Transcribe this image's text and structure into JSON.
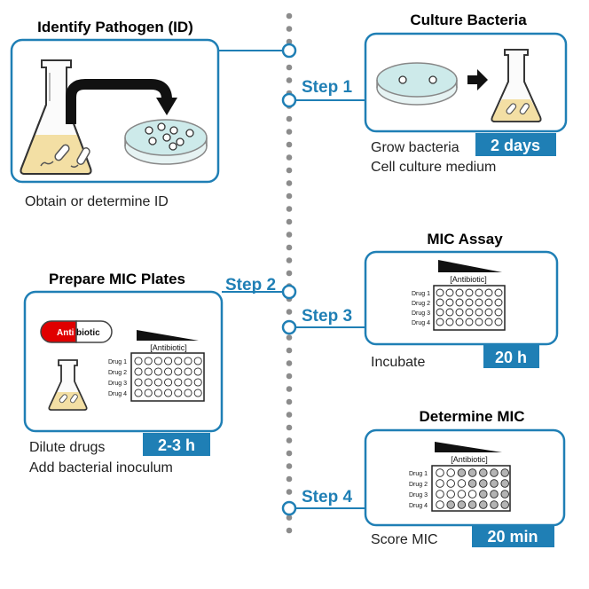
{
  "panels": {
    "identify": {
      "title": "Identify Pathogen (ID)",
      "caption": "Obtain or determine ID"
    },
    "culture": {
      "title": "Culture Bacteria",
      "step": "Step 1",
      "caption_1": "Grow bacteria",
      "caption_2": "Cell culture medium",
      "time": "2 days"
    },
    "prepare": {
      "title": "Prepare MIC Plates",
      "step": "Step 2",
      "caption_1": "Dilute drugs",
      "caption_2": "Add bacterial inoculum",
      "time": "2-3 h",
      "antibiotic_label": "[Antibiotic]",
      "pill_part_1": "Anti",
      "pill_part_2": "biotic",
      "drugs": [
        "Drug 1",
        "Drug 2",
        "Drug 3",
        "Drug 4"
      ]
    },
    "assay": {
      "title": "MIC Assay",
      "step": "Step 3",
      "caption": "Incubate",
      "time": "20 h",
      "antibiotic_label": "[Antibiotic]",
      "drugs": [
        "Drug 1",
        "Drug 2",
        "Drug 3",
        "Drug 4"
      ]
    },
    "determine": {
      "title": "Determine MIC",
      "step": "Step 4",
      "caption": "Score MIC",
      "time": "20 min",
      "antibiotic_label": "[Antibiotic]",
      "drugs": [
        "Drug 1",
        "Drug 2",
        "Drug 3",
        "Drug 4"
      ],
      "filled_wells": [
        5,
        4,
        3,
        6
      ]
    }
  },
  "colors": {
    "accent": "#1f7fb5",
    "timeline_dot": "#8c8c8c",
    "medium": "#cdeaea",
    "broth": "#f3dfa4",
    "pill_red": "#e00000",
    "well_filled": "#b4b4b4"
  },
  "icons": [
    "flask-icon",
    "petri-dish-icon",
    "arrow-icon",
    "antibiotic-pill-icon",
    "plate-96-well-icon",
    "gradient-wedge-icon"
  ]
}
